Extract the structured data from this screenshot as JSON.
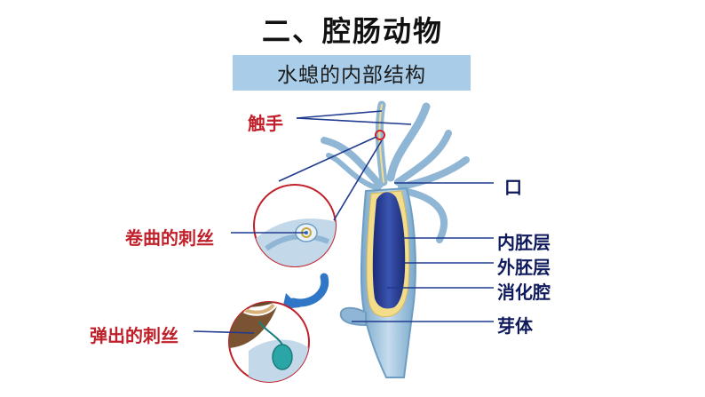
{
  "title": "二、腔肠动物",
  "subtitle": "水螅的内部结构",
  "labels": {
    "tentacle": "触手",
    "coiled_nematocyst": "卷曲的刺丝",
    "ejected_nematocyst": "弹出的刺丝",
    "mouth": "口",
    "endoderm": "内胚层",
    "ectoderm": "外胚层",
    "digestive_cavity": "消化腔",
    "bud": "芽体"
  },
  "colors": {
    "title_text": "#111111",
    "subtitle_bg": "#a9cde9",
    "label_red": "#c0202a",
    "label_blue": "#0e1a5c",
    "body_light": "#9cc3dd",
    "cavity": "#2a3f94",
    "layer_yellow": "#f3dc8a",
    "pointer_line": "#1f3a8f"
  }
}
